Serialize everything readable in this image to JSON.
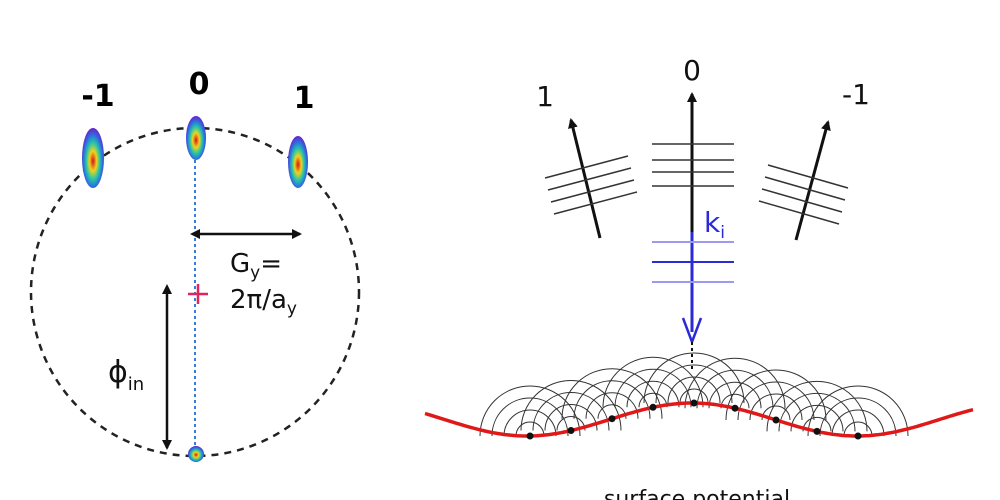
{
  "left_panel": {
    "orders": {
      "minus_one": "-1",
      "zero": "0",
      "plus_one": "1"
    },
    "g_label": "G",
    "g_sub": "y",
    "g_eq": "=",
    "g_formula": "2π/a",
    "g_formula_sub": "y",
    "phi_label": "ϕ",
    "phi_sub": "in",
    "colors": {
      "circle": "#222222",
      "axis": "#3a7bd5",
      "center_cross": "#e0245e"
    }
  },
  "right_panel": {
    "beam_labels": {
      "left": "1",
      "center": "0",
      "right": "-1"
    },
    "k_label": "k",
    "k_sub": "i",
    "caption": "surface potential",
    "colors": {
      "incident": "#2a2ad6",
      "surface": "#e01818",
      "waves": "#333333"
    }
  }
}
